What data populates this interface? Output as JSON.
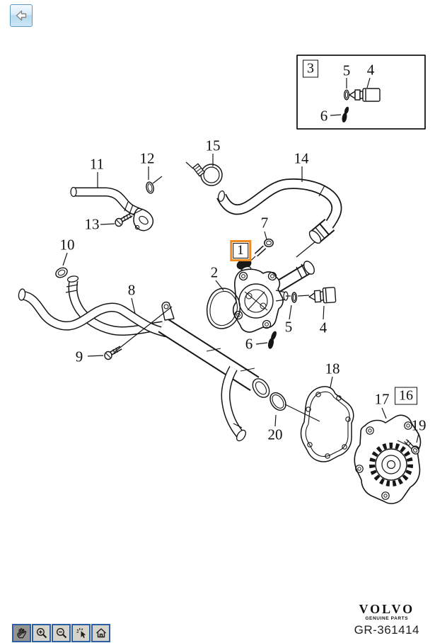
{
  "header": {
    "back_button": "back"
  },
  "figure": {
    "highlighted_callout": "1",
    "inset_box_label": "3"
  },
  "callouts": [
    {
      "label": "1",
      "style": "highlighted-box"
    },
    {
      "label": "2",
      "style": "plain"
    },
    {
      "label": "3",
      "style": "box"
    },
    {
      "label": "4",
      "style": "plain",
      "location": "inset"
    },
    {
      "label": "5",
      "style": "plain",
      "location": "inset"
    },
    {
      "label": "6",
      "style": "plain",
      "location": "inset"
    },
    {
      "label": "7",
      "style": "plain"
    },
    {
      "label": "8",
      "style": "plain"
    },
    {
      "label": "9",
      "style": "plain"
    },
    {
      "label": "10",
      "style": "plain"
    },
    {
      "label": "11",
      "style": "plain"
    },
    {
      "label": "12",
      "style": "plain"
    },
    {
      "label": "13",
      "style": "plain"
    },
    {
      "label": "14",
      "style": "plain"
    },
    {
      "label": "15",
      "style": "plain"
    },
    {
      "label": "16",
      "style": "box"
    },
    {
      "label": "17",
      "style": "plain"
    },
    {
      "label": "18",
      "style": "plain"
    },
    {
      "label": "19",
      "style": "plain"
    },
    {
      "label": "20",
      "style": "plain"
    },
    {
      "label": "4",
      "style": "plain",
      "location": "main"
    },
    {
      "label": "5",
      "style": "plain",
      "location": "main"
    },
    {
      "label": "6",
      "style": "plain",
      "location": "main"
    }
  ],
  "brand": {
    "logo": "VOLVO",
    "tagline": "GENUINE PARTS",
    "drawing_number": "GR-361414"
  },
  "toolbar": {
    "buttons": [
      {
        "icon": "pan-icon",
        "active": true
      },
      {
        "icon": "zoom-in-icon",
        "active": false
      },
      {
        "icon": "zoom-out-icon",
        "active": false
      },
      {
        "icon": "select-icon",
        "active": false
      },
      {
        "icon": "home-icon",
        "active": false
      }
    ]
  },
  "colors": {
    "highlight_orange": "#ef8b23",
    "line_black": "#161616",
    "toolbar_blue": "#2a5fa5"
  }
}
